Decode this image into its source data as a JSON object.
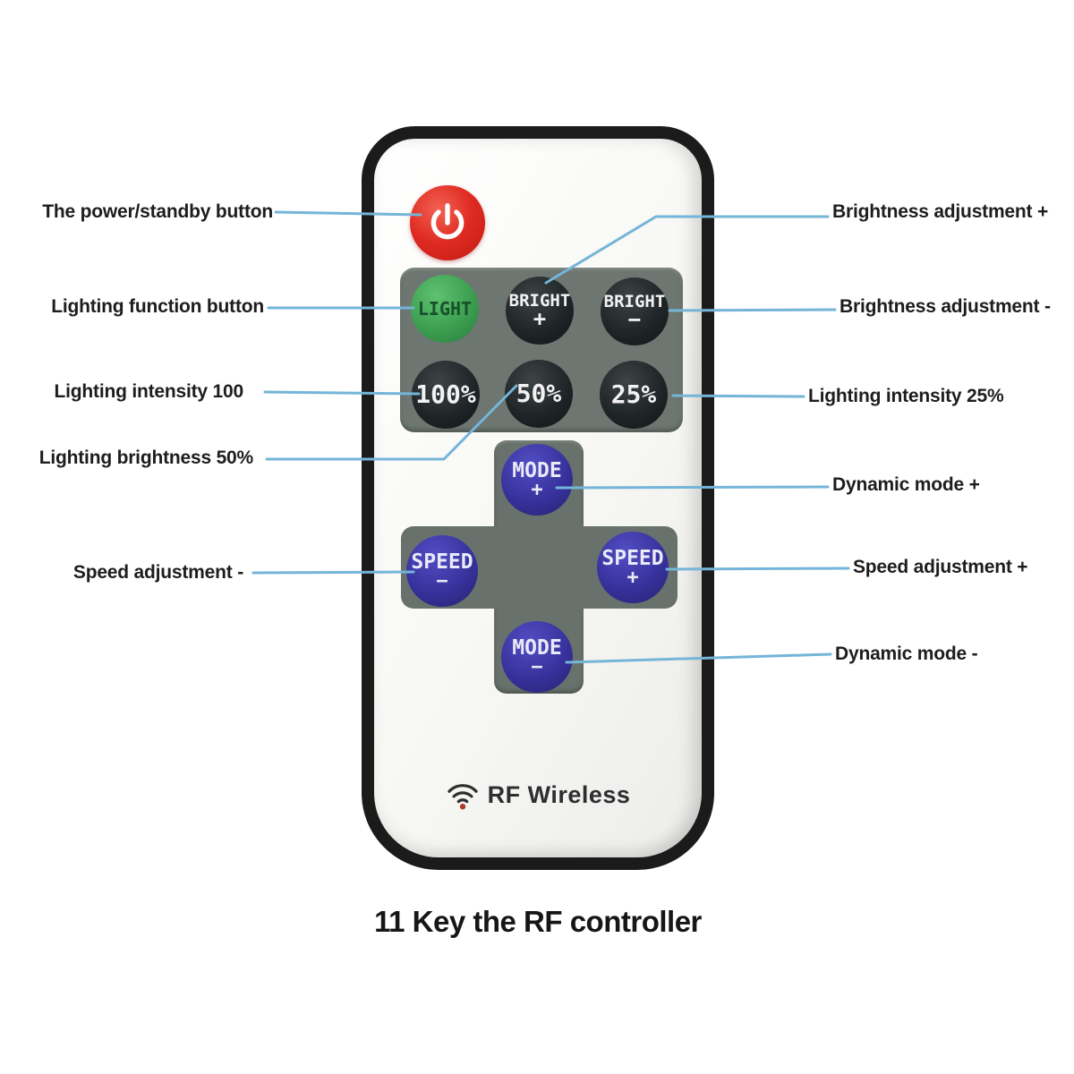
{
  "caption": "11 Key the RF controller",
  "brand": {
    "name": "RF Wireless"
  },
  "keys": {
    "power": {
      "name": "power / standby"
    },
    "light": {
      "label": "LIGHT"
    },
    "bright_plus": {
      "label": "BRIGHT",
      "sign": "+"
    },
    "bright_minus": {
      "label": "BRIGHT",
      "sign": "−"
    },
    "pct100": {
      "label": "100%"
    },
    "pct50": {
      "label": "50%"
    },
    "pct25": {
      "label": "25%"
    },
    "mode_plus": {
      "label": "MODE",
      "sign": "+"
    },
    "speed_minus": {
      "label": "SPEED",
      "sign": "−"
    },
    "speed_plus": {
      "label": "SPEED",
      "sign": "+"
    },
    "mode_minus": {
      "label": "MODE",
      "sign": "−"
    }
  },
  "callouts": {
    "left": [
      {
        "text": "The power/standby button"
      },
      {
        "text": "Lighting function button"
      },
      {
        "text": "Lighting intensity 100"
      },
      {
        "text": "Lighting brightness 50%"
      },
      {
        "text": "Speed adjustment -"
      }
    ],
    "right": [
      {
        "text": "Brightness adjustment +"
      },
      {
        "text": "Brightness adjustment -"
      },
      {
        "text": "Lighting intensity 25%"
      },
      {
        "text": "Dynamic mode +"
      },
      {
        "text": "Speed adjustment +"
      },
      {
        "text": "Dynamic mode -"
      }
    ]
  },
  "colors": {
    "power_red": "#e02b22",
    "light_green": "#3c9e50",
    "key_black": "#1f2426",
    "key_blue": "#37329c",
    "panel_gray": "#6d7670",
    "leader_line": "#74b5d8"
  }
}
